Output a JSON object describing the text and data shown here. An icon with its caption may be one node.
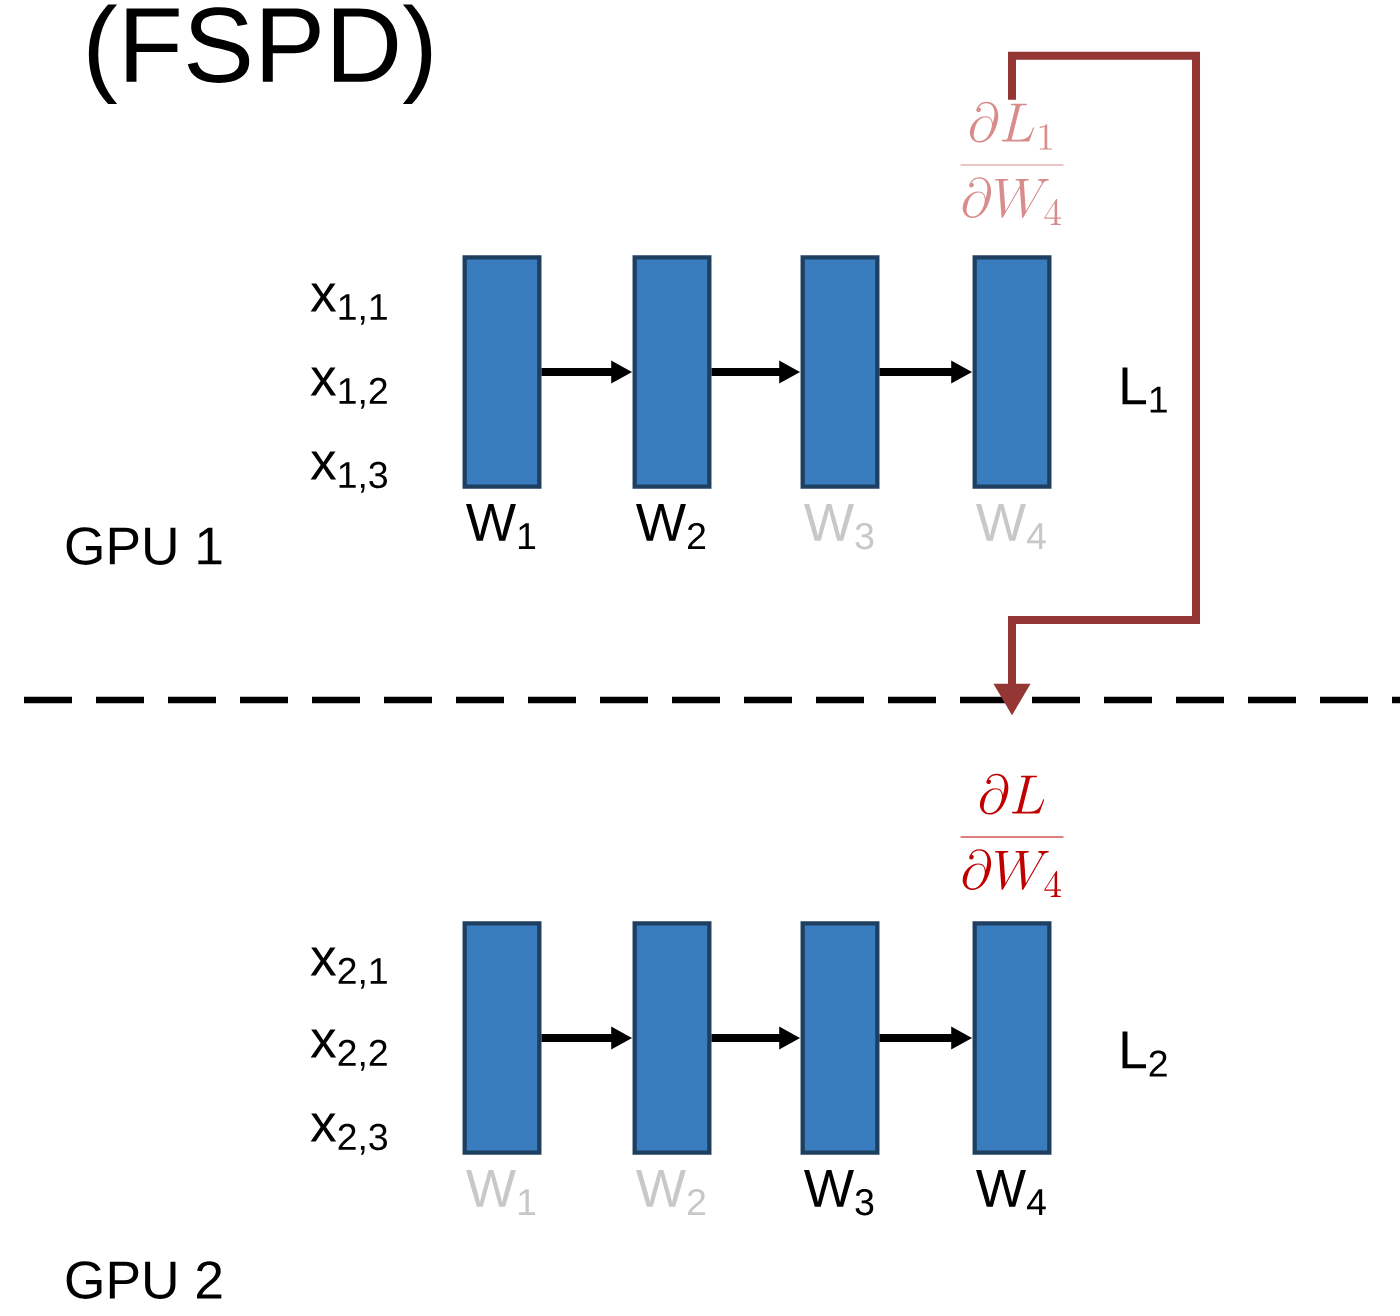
{
  "diagram": {
    "title": "(FSPD)",
    "nodes": [
      {
        "text": [
          "\\frac{\\partial L_1}{\\partial W_4}"
        ]
      },
      {
        "text": [
          "W$_{1}$"
        ]
      },
      {
        "text": [
          "W$_{2}$"
        ]
      },
      {
        "text": [
          "W$_{3}$"
        ]
      },
      {
        "text": [
          "W$_{4}$"
        ]
      },
      {
        "text": [
          "\\frac{\\partial L}{\\partial W_4}"
        ]
      },
      {
        "text": [
          "W$_{1}$"
        ]
      },
      {
        "text": [
          "W$_{2}$"
        ]
      },
      {
        "text": [
          "W$_{3}$"
        ]
      },
      {
        "text": [
          "W$_{4}$"
        ]
      }
    ],
    "edges": [
      {
        "from": 1,
        "to": 2,
        "arrow": "to"
      },
      {
        "from": 2,
        "to": 3,
        "arrow": "to"
      },
      {
        "from": 3,
        "to": 4,
        "arrow": "to"
      },
      {
        "from": 6,
        "to": 7,
        "arrow": "to"
      },
      {
        "from": 7,
        "to": 8,
        "arrow": "to"
      },
      {
        "from": 8,
        "to": 9,
        "arrow": "to"
      },
      {
        "from": 0,
        "to": 5,
        "arrow": "to",
        "color": "#943634"
      }
    ],
    "labels": [
      "x$_{1,1}$",
      "x$_{1,2}$",
      "x$_{1,3}$",
      "L$_{1}$",
      "GPU 1",
      "x$_{2,1}$",
      "x$_{2,2}$",
      "x$_{2,3}$",
      "L$_{2}$",
      "GPU 2"
    ]
  }
}
